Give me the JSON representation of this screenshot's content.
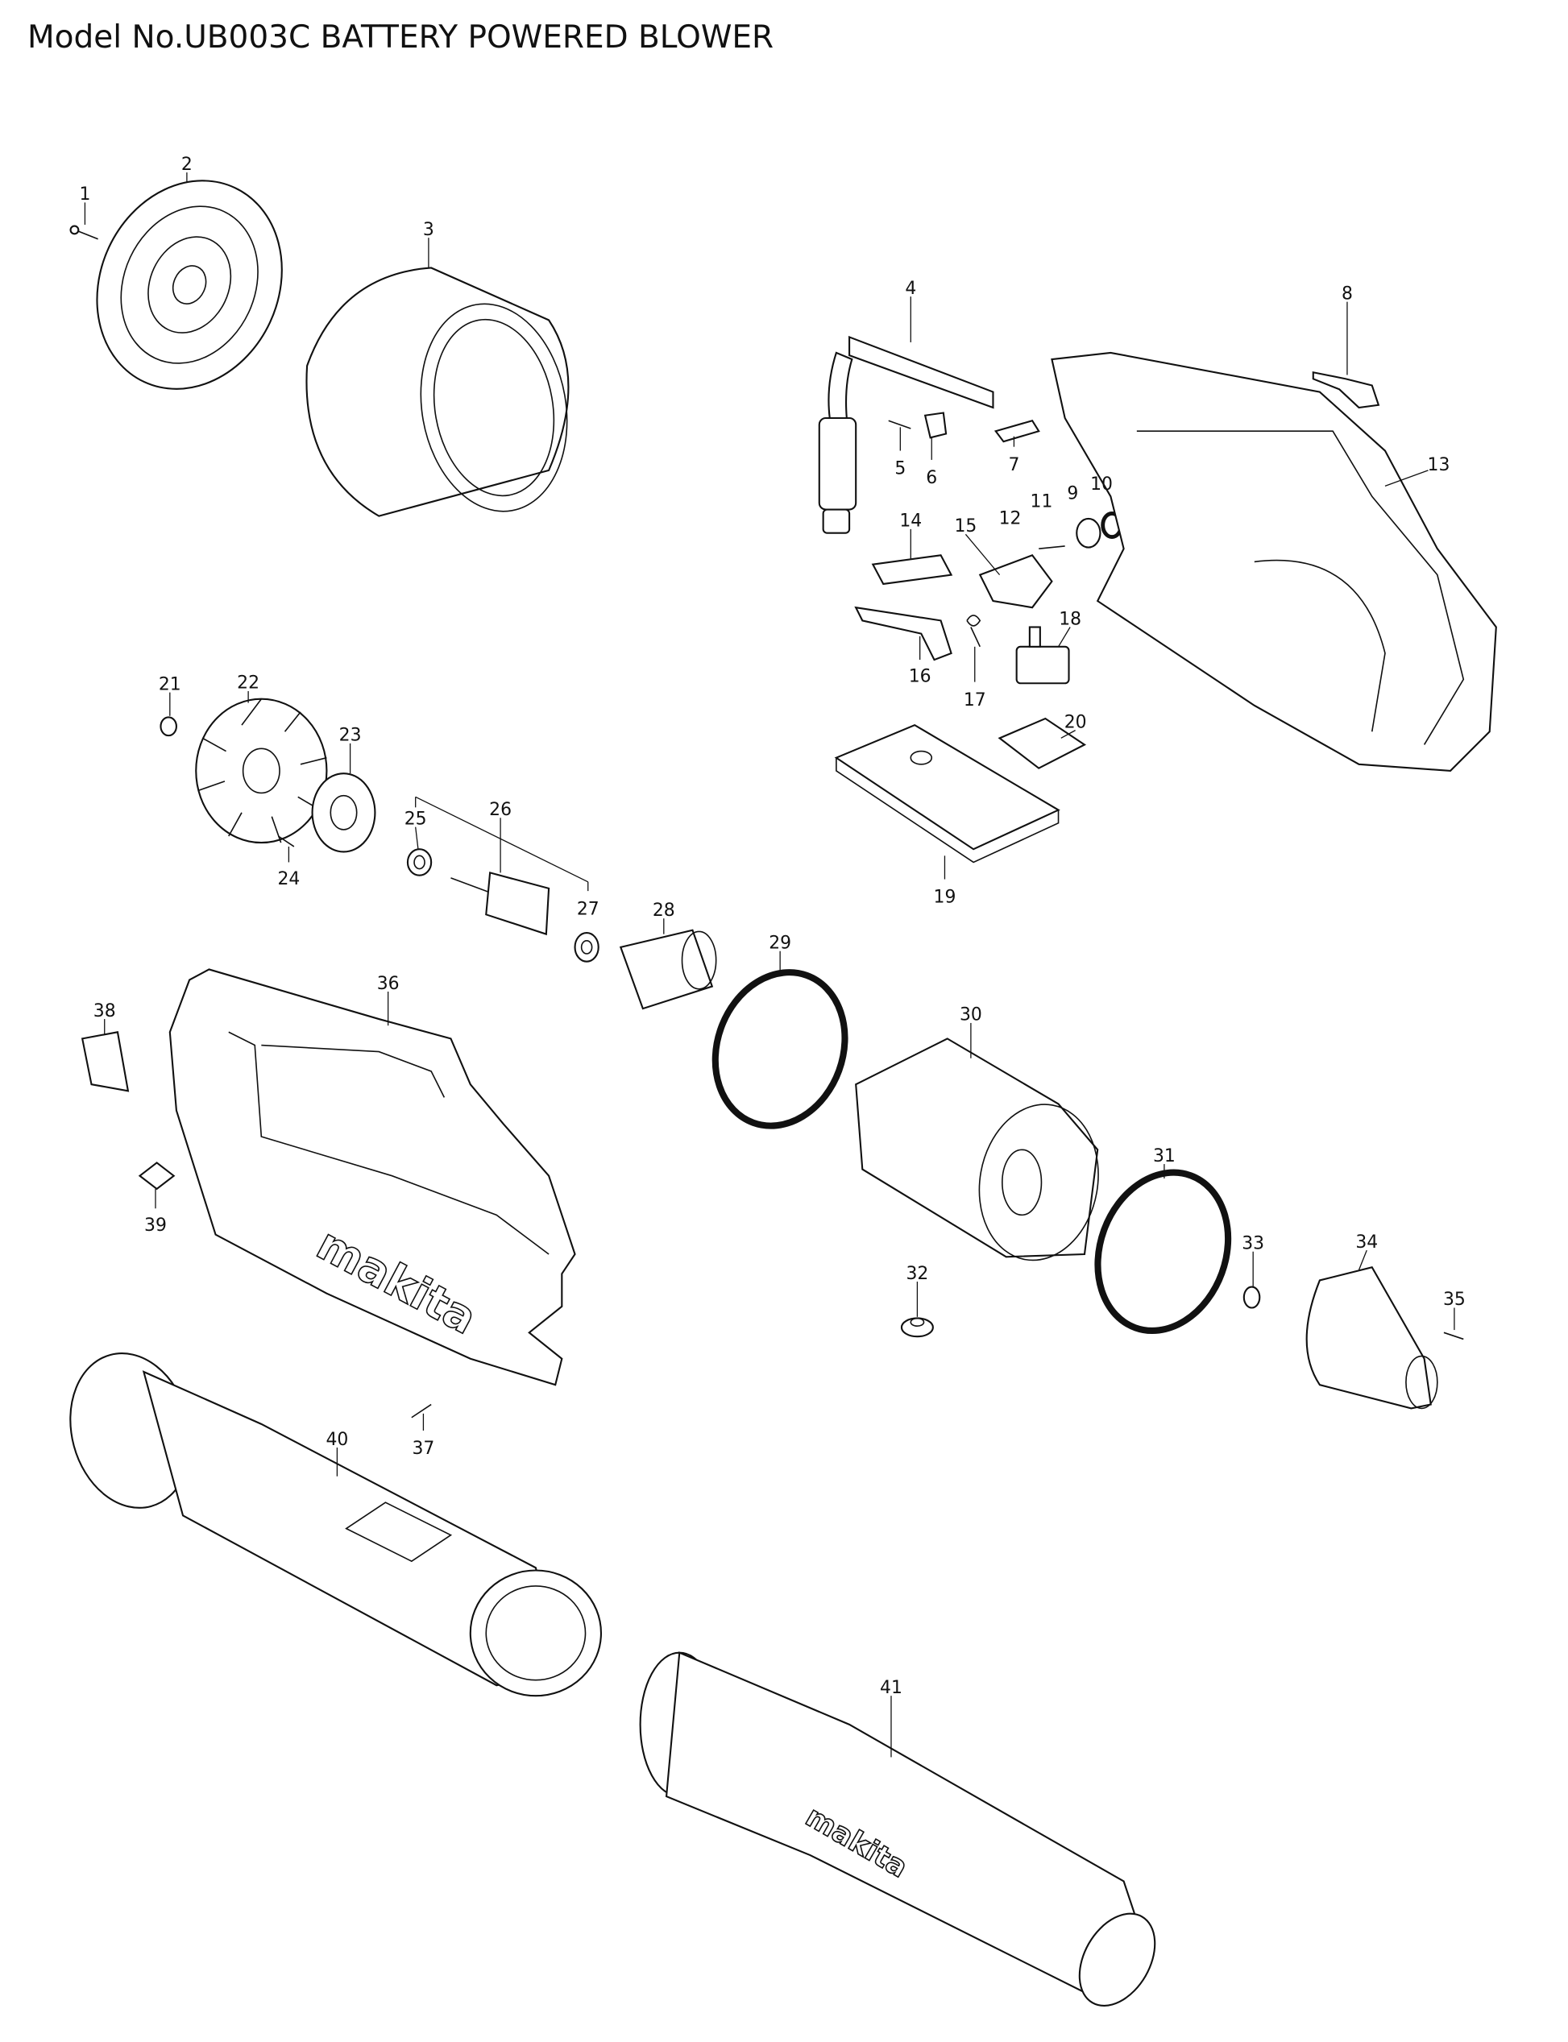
{
  "title": "Model No.UB003C BATTERY POWERED BLOWER",
  "parts": [
    "1",
    "2",
    "3",
    "4",
    "5",
    "6",
    "7",
    "8",
    "9",
    "10",
    "11",
    "12",
    "13",
    "14",
    "15",
    "16",
    "17",
    "18",
    "19",
    "20",
    "21",
    "22",
    "23",
    "24",
    "25",
    "26",
    "27",
    "28",
    "29",
    "30",
    "31",
    "32",
    "33",
    "34",
    "35",
    "36",
    "37",
    "38",
    "39",
    "40",
    "41"
  ],
  "logo_text": "makita"
}
